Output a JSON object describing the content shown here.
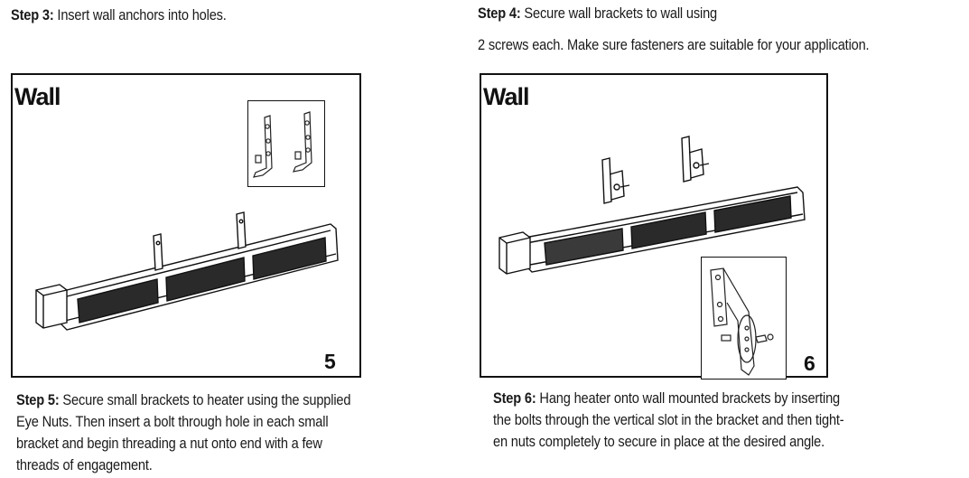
{
  "step3": {
    "label": "Step 3:",
    "text": " Insert wall anchors into holes."
  },
  "step4": {
    "label": "Step 4:",
    "text": " Secure wall brackets to wall using",
    "line2": "2 screws each. Make sure fasteners are suitable for your application."
  },
  "step5": {
    "label": "Step 5:",
    "line1": " Secure small brackets to heater using the supplied",
    "line2": "Eye Nuts. Then insert a bolt through hole in each small",
    "line3": "bracket and begin threading a nut onto end with a few",
    "line4": "threads of engagement."
  },
  "step6": {
    "label": "Step 6:",
    "line1": " Hang heater onto wall mounted brackets by inserting",
    "line2": "the bolts through the vertical slot in the bracket and then tight-",
    "line3": "en nuts completely to secure in place at the desired angle."
  },
  "figure5": {
    "wall_label": "Wall",
    "number": "5"
  },
  "figure6": {
    "wall_label": "Wall",
    "number": "6"
  }
}
